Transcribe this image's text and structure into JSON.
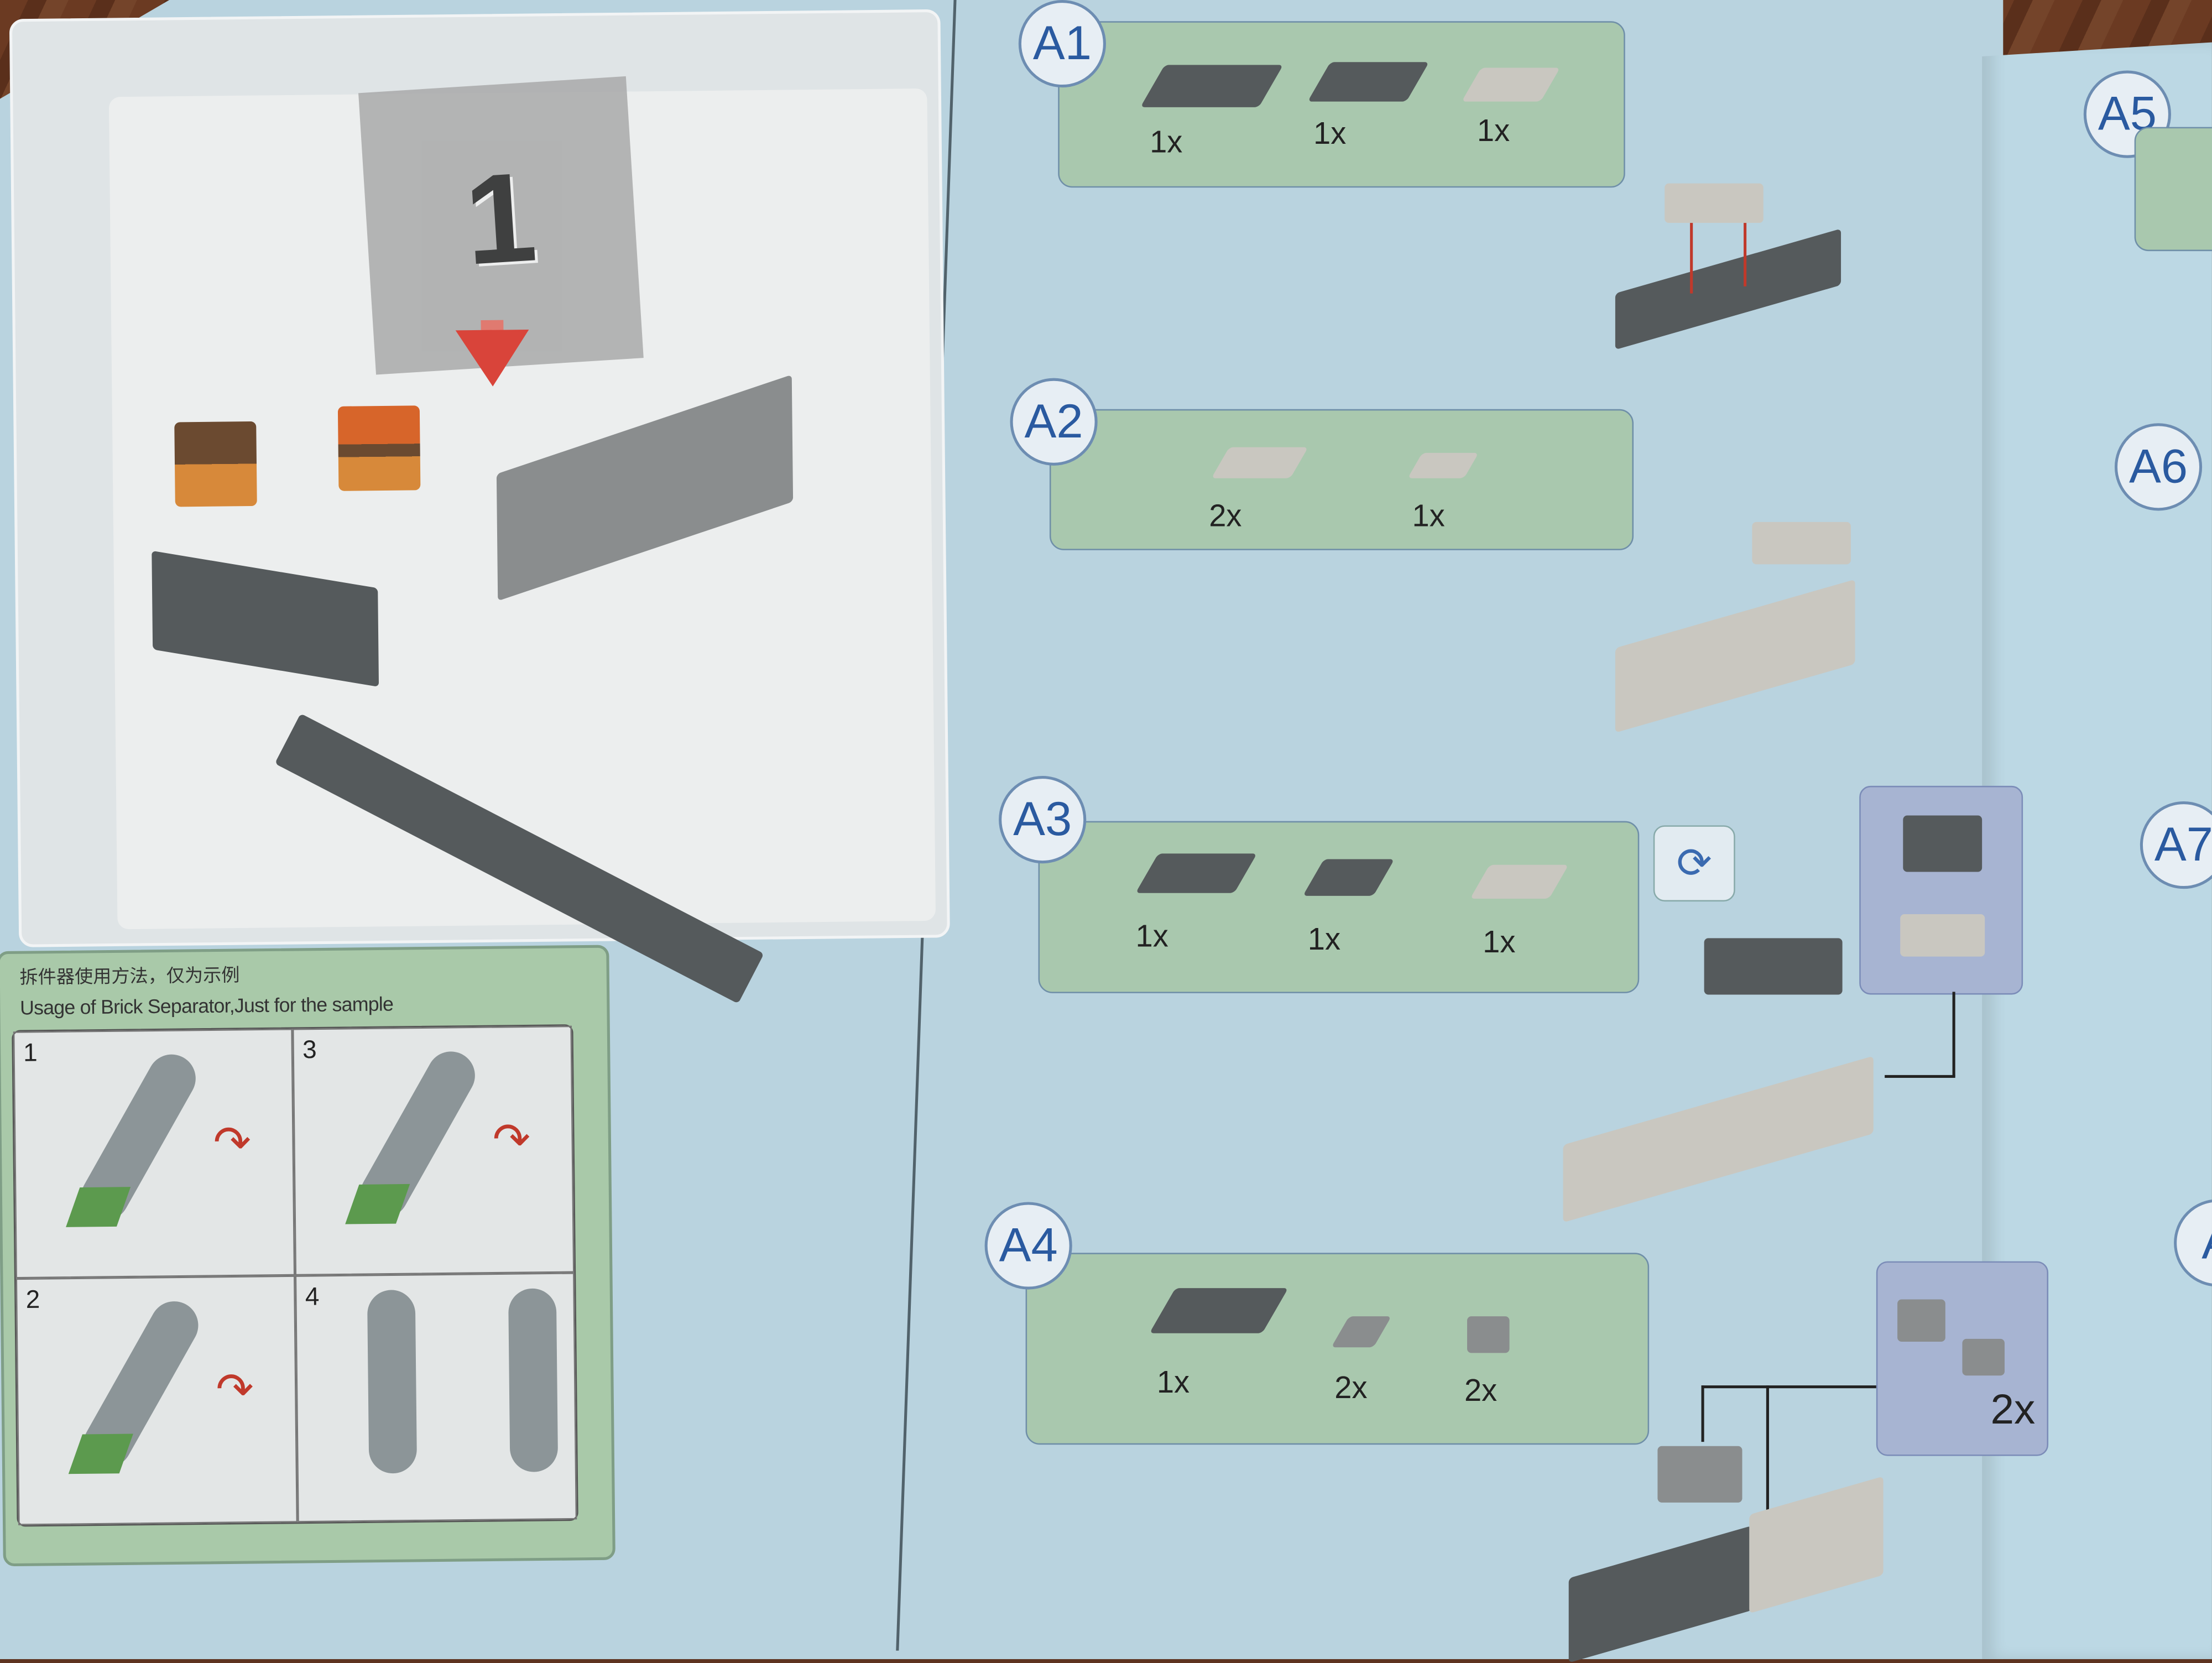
{
  "left_page": {
    "bag_number": "1",
    "separator": {
      "title_cn": "拆件器使用方法，仅为示例",
      "title_en": "Usage of Brick Separator,Just for the sample",
      "panels": [
        "1",
        "3",
        "2",
        "4"
      ]
    }
  },
  "steps": [
    {
      "label": "A1",
      "parts": [
        "1x",
        "1x",
        "1x"
      ]
    },
    {
      "label": "A2",
      "parts": [
        "2x",
        "1x"
      ]
    },
    {
      "label": "A3",
      "parts": [
        "1x",
        "1x",
        "1x"
      ]
    },
    {
      "label": "A4",
      "parts": [
        "1x",
        "2x",
        "2x"
      ],
      "callout_qty": "2x"
    }
  ],
  "next_page_steps": [
    "A5",
    "A6",
    "A7",
    "A"
  ],
  "colors": {
    "page": "#b9d3df",
    "step_box": "#a9c8ae",
    "label": "#2a5aa0",
    "arrow": "#c0392b"
  }
}
